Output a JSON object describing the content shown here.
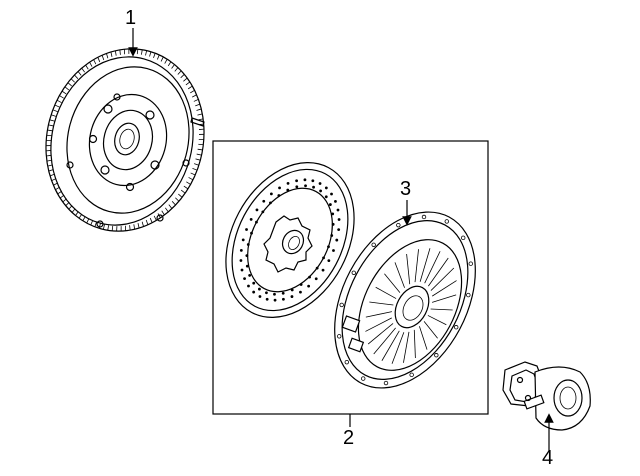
{
  "callouts": [
    {
      "id": "1",
      "text": "1",
      "part": "flywheel"
    },
    {
      "id": "2",
      "text": "2",
      "part": "clutch-kit"
    },
    {
      "id": "3",
      "text": "3",
      "part": "pressure-plate"
    },
    {
      "id": "4",
      "text": "4",
      "part": "release-bearing"
    }
  ]
}
